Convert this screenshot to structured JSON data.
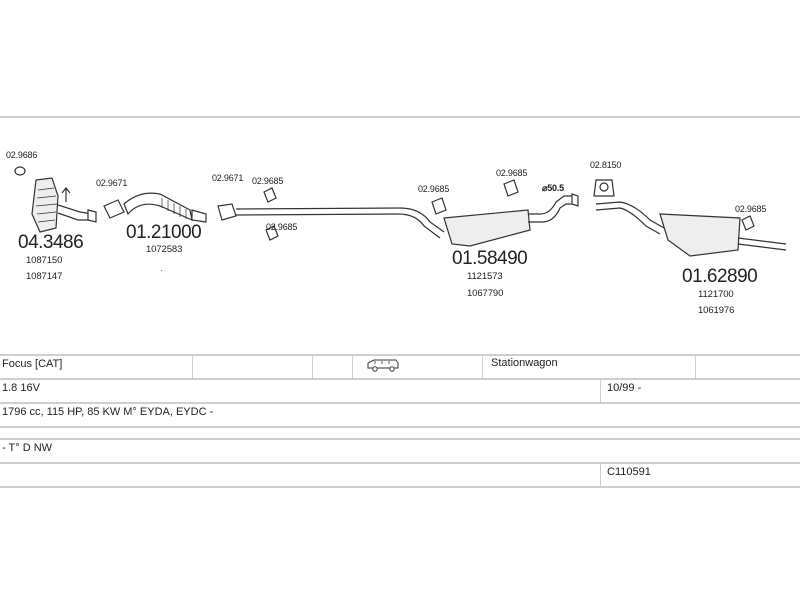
{
  "parts": {
    "p1": {
      "bracket": "02.9686",
      "code": "04.3486",
      "refs": [
        "1087150",
        "1087147"
      ]
    },
    "p2": {
      "bracket": "02.9671",
      "code": "01.21000",
      "refs": [
        "1072583"
      ]
    },
    "p3": {
      "bracket_a": "02.9671",
      "bracket_b": "02.9685",
      "bracket_c": "02.9685"
    },
    "p4": {
      "bracket_a": "02.9685",
      "bracket_b": "02.9685",
      "size": "⌀50.5",
      "code": "01.58490",
      "refs": [
        "1121573",
        "1067790"
      ]
    },
    "p5": {
      "bracket_a": "02.8150",
      "bracket_b": "02.9685",
      "code": "01.62890",
      "refs": [
        "1121700",
        "1061976"
      ]
    }
  },
  "table": {
    "model": "Focus  [CAT]",
    "body": "Stationwagon",
    "engine": "1.8 16V",
    "date": "10/99 -",
    "specs": "1796 cc, 115 HP, 85 KW M° EYDA, EYDC -",
    "note": "- T° D NW",
    "ref_code": "C110591"
  },
  "icons": [
    "car-wagon-icon"
  ]
}
